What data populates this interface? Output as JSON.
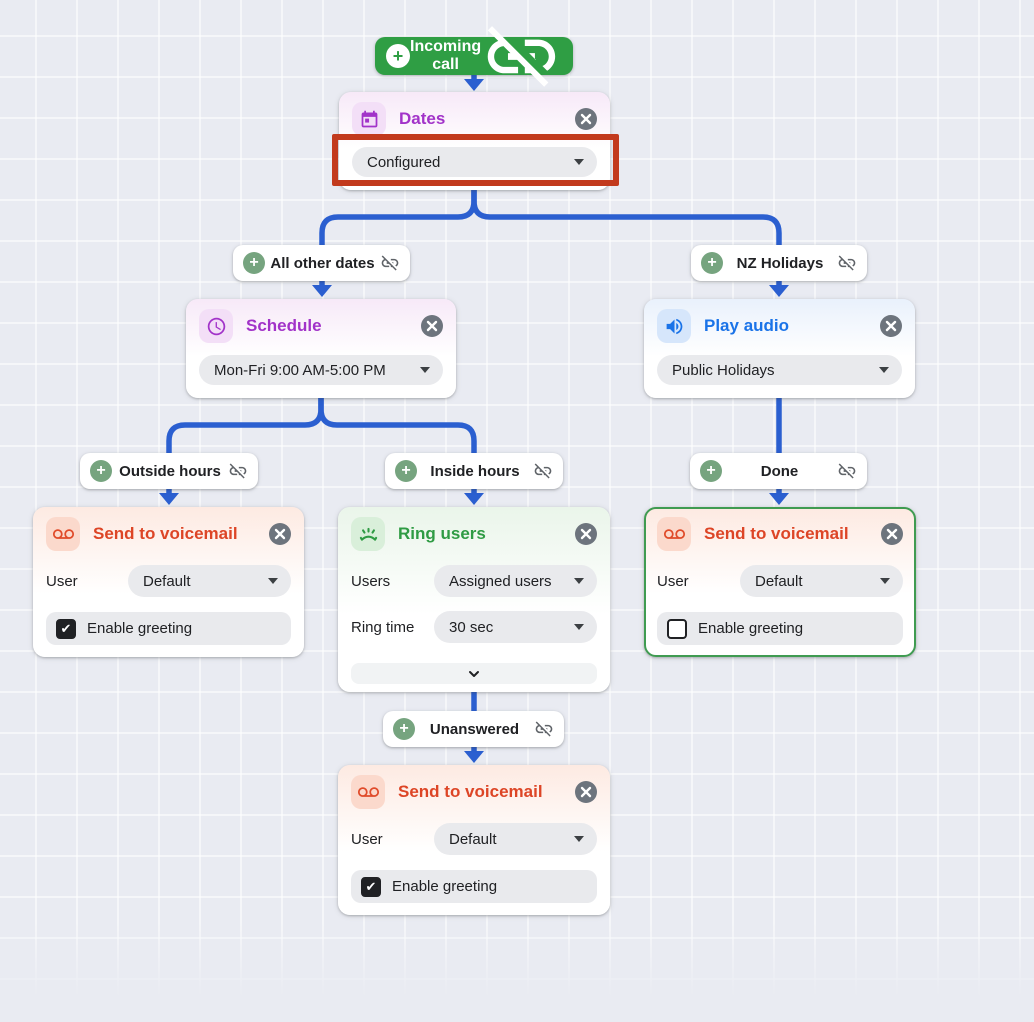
{
  "start": {
    "label": "Incoming call"
  },
  "branches": {
    "all_other_dates": {
      "label": "All other dates"
    },
    "nz_holidays": {
      "label": "NZ Holidays"
    },
    "outside_hours": {
      "label": "Outside hours"
    },
    "inside_hours": {
      "label": "Inside hours"
    },
    "done": {
      "label": "Done"
    },
    "unanswered": {
      "label": "Unanswered"
    }
  },
  "nodes": {
    "dates": {
      "title": "Dates",
      "value": "Configured"
    },
    "schedule": {
      "title": "Schedule",
      "value": "Mon-Fri 9:00 AM-5:00 PM"
    },
    "play_audio": {
      "title": "Play audio",
      "value": "Public Holidays"
    },
    "voicemail_left": {
      "title": "Send to voicemail",
      "user_label": "User",
      "user_value": "Default",
      "greeting_label": "Enable greeting",
      "greeting_checked": true
    },
    "ring_users": {
      "title": "Ring users",
      "users_label": "Users",
      "users_value": "Assigned users",
      "ring_time_label": "Ring time",
      "ring_time_value": "30 sec"
    },
    "voicemail_right": {
      "title": "Send to voicemail",
      "user_label": "User",
      "user_value": "Default",
      "greeting_label": "Enable greeting",
      "greeting_checked": false,
      "selected": true
    },
    "voicemail_bottom": {
      "title": "Send to voicemail",
      "user_label": "User",
      "user_value": "Default",
      "greeting_label": "Enable greeting",
      "greeting_checked": true
    }
  },
  "icons": {
    "plus": "plus in circle",
    "unlink": "link-off (slashed chain link)",
    "close": "x in filled circle",
    "calendar": "calendar glyph",
    "clock": "clock glyph",
    "speaker": "volume-up glyph",
    "voicemail": "voicemail reels glyph",
    "ring": "ringing handset glyph",
    "caret": "dropdown down-triangle",
    "chevron_down": "expand chevron"
  },
  "colors": {
    "connector_blue": "#2b5fd0",
    "start_green": "#2f9e44",
    "branch_plus_green": "#76a47f",
    "purple_accent": "#a233c9",
    "blue_accent": "#1a73e8",
    "red_accent": "#dd4526",
    "green_accent": "#2f9b44",
    "selected_border_green": "#3f9b51",
    "annotation_red": "#c23a1d",
    "canvas_bg": "#e9ebf2"
  }
}
